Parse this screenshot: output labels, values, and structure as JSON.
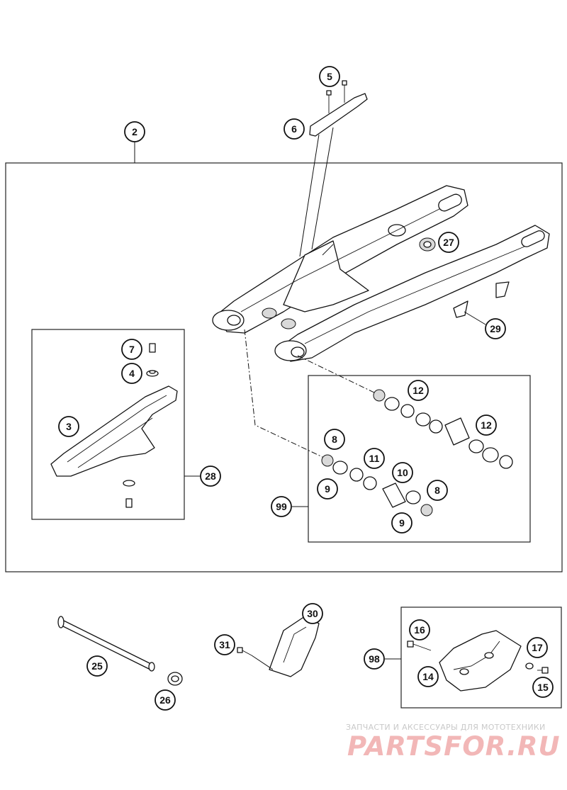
{
  "callouts": {
    "c2": "2",
    "c3": "3",
    "c4": "4",
    "c5": "5",
    "c6": "6",
    "c7": "7",
    "c8a": "8",
    "c8b": "8",
    "c9a": "9",
    "c9b": "9",
    "c10": "10",
    "c11": "11",
    "c12a": "12",
    "c12b": "12",
    "c14": "14",
    "c15": "15",
    "c16": "16",
    "c17": "17",
    "c25": "25",
    "c26": "26",
    "c27": "27",
    "c28": "28",
    "c29": "29",
    "c30": "30",
    "c31": "31",
    "c98": "98",
    "c99": "99"
  },
  "watermark": {
    "tagline": "ЗАПЧАСТИ И АКСЕССУАРЫ ДЛЯ МОТОТЕХНИКИ",
    "brand": "PARTSFOR.RU"
  },
  "colors": {
    "line": "#111111",
    "watermark_brand": "#f2b7b7",
    "watermark_tagline": "#c9c9c9"
  }
}
